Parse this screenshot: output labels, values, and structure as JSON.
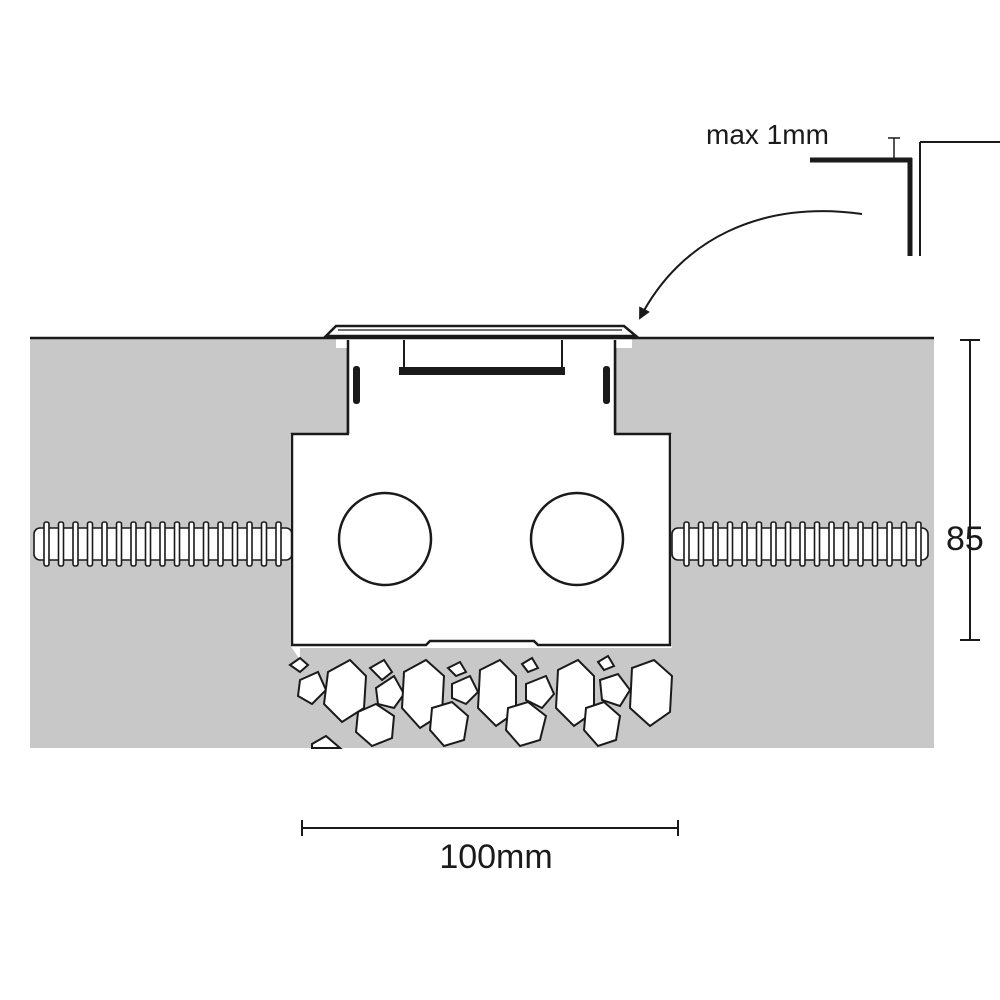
{
  "labels": {
    "lip_thickness": "max 1mm",
    "depth": "85",
    "width": "100mm"
  },
  "colors": {
    "concrete": "#c8c8c8",
    "line": "#1a1a1a",
    "box": "#ffffff"
  }
}
